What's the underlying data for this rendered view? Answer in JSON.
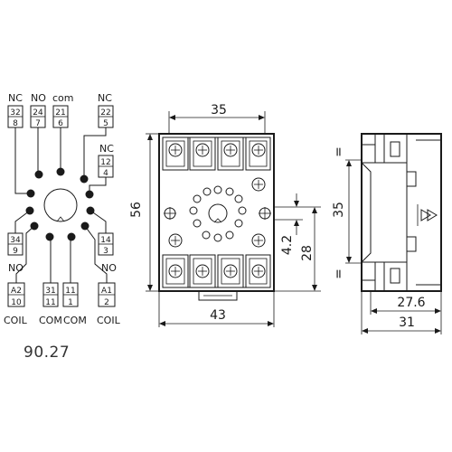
{
  "schematic": {
    "top_labels": [
      "NC",
      "NO",
      "com",
      "NC",
      "NC"
    ],
    "top_terminals": [
      {
        "top": "32",
        "bottom": "8"
      },
      {
        "top": "24",
        "bottom": "7"
      },
      {
        "top": "21",
        "bottom": "6"
      },
      {
        "top": "22",
        "bottom": "5"
      },
      {
        "top": "12",
        "bottom": "4"
      }
    ],
    "side_terminals": [
      {
        "top": "34",
        "bottom": "9"
      },
      {
        "top": "14",
        "bottom": "3"
      }
    ],
    "side_labels": [
      "NO",
      "NO"
    ],
    "bottom_terminals": [
      {
        "top": "A2",
        "bottom": "10"
      },
      {
        "top": "31",
        "bottom": "11"
      },
      {
        "top": "11",
        "bottom": "1"
      },
      {
        "top": "A1",
        "bottom": "2"
      }
    ],
    "bottom_labels": [
      "COIL",
      "COM",
      "COM",
      "COIL"
    ]
  },
  "model": "90.27",
  "dimensions": {
    "top_width": "35",
    "height": "56",
    "bottom_width": "43",
    "offset_small": "4.2",
    "offset_large": "28",
    "side_height": "35",
    "side_depth_inner": "27.6",
    "side_depth_outer": "31",
    "side_mark_top": "=",
    "side_mark_bottom": "="
  }
}
